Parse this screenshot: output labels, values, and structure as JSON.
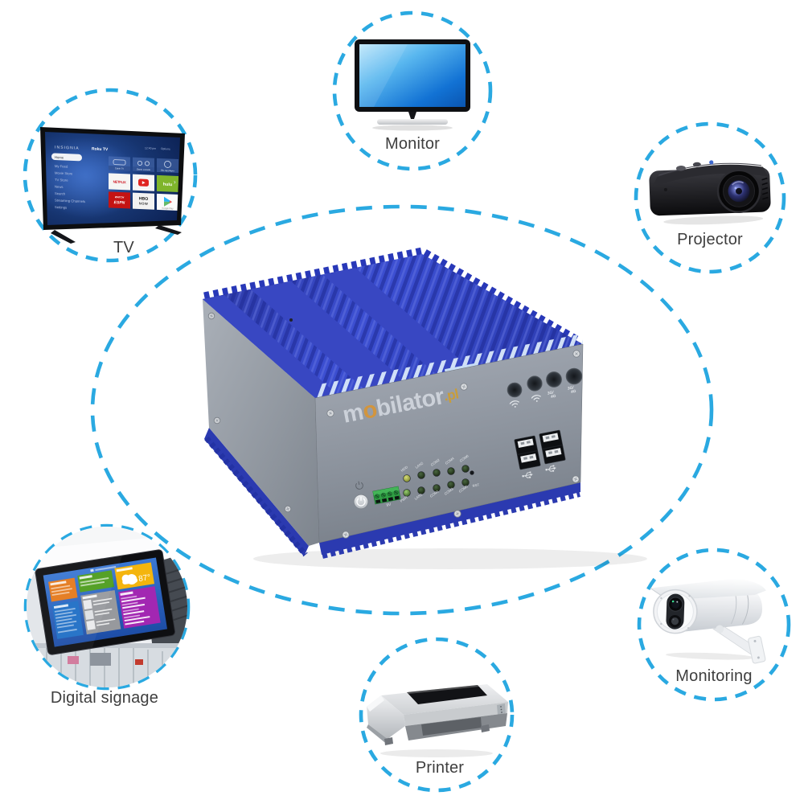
{
  "accent_color": "#29a9e1",
  "colors": {
    "heatsink_blue": "#3b4cc8",
    "panel_gray": "#8e959f",
    "terminal_green": "#2f9e43",
    "label_text": "#3e3e3e"
  },
  "icons": {
    "wifi": "wifi-icon",
    "usb": "usb-icon",
    "power": "power-icon"
  },
  "labels": {
    "monitor": "Monitor",
    "projector": "Projector",
    "tv": "TV",
    "signage": "Digital signage",
    "printer": "Printer",
    "monitoring": "Monitoring"
  },
  "hub": {
    "brand": {
      "m": "m",
      "o": "o",
      "rest": "bilator",
      "tld": ".pl"
    },
    "antenna_labels": [
      {
        "l1": "3G/",
        "l2": "4G"
      },
      {
        "l1": "3G/",
        "l2": "4G"
      }
    ],
    "led_top": [
      "HDD",
      "LAN2",
      "COM2",
      "COM4",
      "COM6"
    ],
    "led_bottom": [
      "PWR",
      "LAN1",
      "COM1",
      "COM3",
      "COM5"
    ],
    "reset": "RST",
    "dc": "9V"
  },
  "tv_screen": {
    "brand": "INSIGNIA",
    "os": "Roku TV",
    "time": "12:40 pm",
    "options": "Options",
    "menu": [
      "Home",
      "My Feed",
      "Movie Store",
      "TV Store",
      "News",
      "Search",
      "Streaming Channels",
      "Settings"
    ],
    "tile_captions": [
      "Cable TV",
      "Game console",
      "Blu-ray player"
    ],
    "apps": {
      "netflix": "NETFLIX",
      "youtube": "YouTube",
      "hulu": "hulu",
      "espn_watch": "WATCH",
      "espn_name": "ESPN",
      "hbo": "HBO",
      "now": "NOW",
      "google_play": "Google Play"
    }
  },
  "signage_screen": {
    "temp": "87°"
  }
}
